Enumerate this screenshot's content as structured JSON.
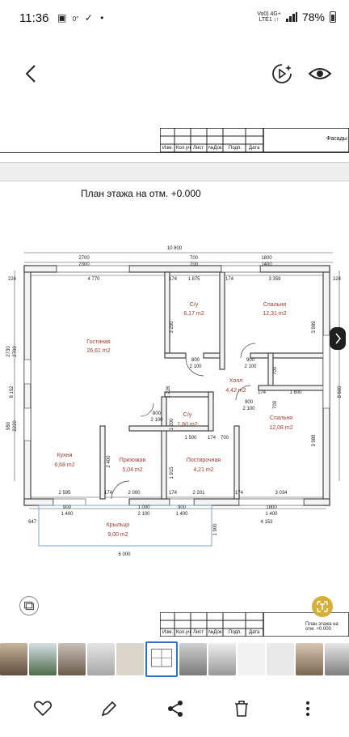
{
  "status_bar": {
    "time": "11:36",
    "notification_icons": [
      "image-icon",
      "temperature-icon",
      "check-circle-icon",
      "dot-icon"
    ],
    "temperature": "0°",
    "network_top": "Vo0) 4G+",
    "network_bottom": "LTE1 ↓↑",
    "battery": "78%"
  },
  "viewer": {
    "back_icon": "chevron-left-icon",
    "play_icon": "play-icon",
    "view_icon": "eye-icon"
  },
  "document": {
    "title_block_headers": [
      "Изм.",
      "Кол.уч",
      "Лист",
      "№Док",
      "Подп.",
      "Дата"
    ],
    "top_sheet_name": "Фасады",
    "plan_title": "План этажа на отм. +0.000",
    "bottom_sheet_name": "План этажа на отм. +0.000",
    "overall_width": "10 800",
    "overall_depth": "8 600",
    "top_dims": [
      "2700",
      "2300",
      "700",
      "700",
      "1800",
      "1400"
    ],
    "inner_top_dims": [
      "4 770",
      "174",
      "1 875",
      "174",
      "3 359"
    ],
    "rooms": [
      {
        "name": "Гостиная",
        "area": "26,61 m2"
      },
      {
        "name": "С/у",
        "area": "6,17 m2"
      },
      {
        "name": "Спальня",
        "area": "12,31 m2"
      },
      {
        "name": "Холл",
        "area": "4,42 m2"
      },
      {
        "name": "С/у",
        "area": "1,80 m2"
      },
      {
        "name": "Спальня",
        "area": "12,08 m2"
      },
      {
        "name": "Кухня",
        "area": "6,68 m2"
      },
      {
        "name": "Прихожая",
        "area": "5,04 m2"
      },
      {
        "name": "Постирочная",
        "area": "4,21 m2"
      },
      {
        "name": "Крыльцо",
        "area": "9,00 m2"
      }
    ],
    "door_dims": [
      "800",
      "2 100",
      "900",
      "2 100",
      "900",
      "2 100",
      "800",
      "2 100",
      "1 000",
      "2 100"
    ],
    "bottom_dims": [
      "2 595",
      "174",
      "2 000",
      "174",
      "2 201",
      "174",
      "3 034"
    ],
    "window_dims_bottom": [
      "900",
      "1 400",
      "900",
      "1 400",
      "1800",
      "1 400"
    ],
    "porch": {
      "width": "6 000",
      "offset": "647",
      "height": "1 900",
      "right_dim": "4 153"
    },
    "misc_dims": [
      "224",
      "3 290",
      "3 989",
      "1 226",
      "700",
      "1 800",
      "1 500",
      "1 200",
      "2 400",
      "1 915",
      "8 152",
      "2730",
      "2700",
      "980",
      "2220"
    ]
  },
  "action_bar": {
    "like_icon": "heart-icon",
    "edit_icon": "pencil-icon",
    "share_icon": "share-icon",
    "delete_icon": "trash-icon",
    "more_icon": "more-vertical-icon"
  },
  "colors": {
    "wall_fill": "#f3f3f3",
    "wall_stroke": "#444444",
    "room_text": "#a23a2a",
    "dim_text": "#222222",
    "accent_fab": "#d4b03a",
    "blue_marker": "#7ea7d6"
  }
}
